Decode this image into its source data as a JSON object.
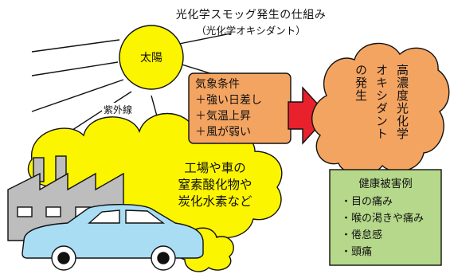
{
  "title": "光化学スモッグ発生の仕組み",
  "subtitle": "（光化学オキシダント）",
  "sun": {
    "label": "太陽"
  },
  "uv": {
    "label": "紫外線"
  },
  "weather": {
    "lines": [
      "気象条件",
      "＋強い日差し",
      "＋気温上昇",
      "＋風が弱い"
    ]
  },
  "smog": {
    "lines": [
      "工場や車の",
      "窒素酸化物や",
      "炭化水素など"
    ]
  },
  "oxidant": {
    "columns": [
      "高濃度光化学",
      "オキシダント",
      "の発生"
    ]
  },
  "health": {
    "title": "健康被害例",
    "items": [
      "・目の痛み",
      "・喉の渇きや痛み",
      "・倦怠感",
      "・頭痛"
    ]
  },
  "colors": {
    "sun": "#fcf500",
    "smog": "#fcf500",
    "weather_box": "#f4a461",
    "oxidant_cloud": "#f4a461",
    "arrow": "#e8212d",
    "health_box": "#b5d88b",
    "car": "#a9ddf3",
    "factory": "#bdbdbd"
  }
}
